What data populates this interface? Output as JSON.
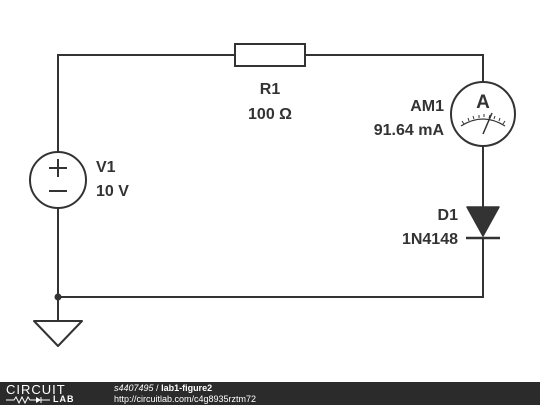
{
  "components": {
    "v1": {
      "name": "V1",
      "value": "10 V"
    },
    "r1": {
      "name": "R1",
      "value": "100 Ω"
    },
    "am1": {
      "name": "AM1",
      "value": "91.64 mA",
      "symbol": "A"
    },
    "d1": {
      "name": "D1",
      "value": "1N4148"
    }
  },
  "footer": {
    "logo_top": "CIRCUIT",
    "logo_bottom": "LAB",
    "user": "s4407495",
    "separator": " / ",
    "title": "lab1-figure2",
    "url": "http://circuitlab.com/c4g8935rztm72"
  },
  "colors": {
    "wire": "#333333",
    "footer_bg": "#2b2b2b"
  }
}
